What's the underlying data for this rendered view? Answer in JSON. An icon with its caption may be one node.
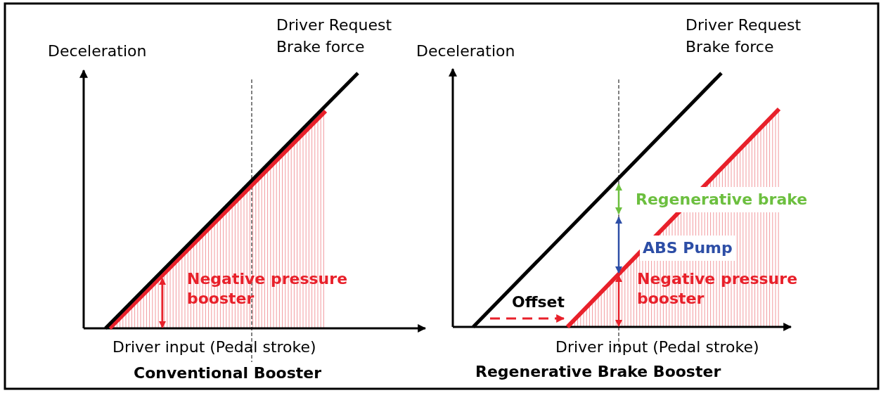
{
  "diagram": {
    "labels": [
      "Deceleration",
      "Driver Request Brake force",
      "Negative pressure booster",
      "Driver input (Pedal stroke)",
      "Conventional Booster",
      "Deceleration",
      "Driver Request Brake force",
      "Regenerative brake",
      "ABS Pump",
      "Negative pressure booster",
      "Offset",
      "Driver input (Pedal stroke)",
      "Regenerative Brake Booster"
    ]
  }
}
